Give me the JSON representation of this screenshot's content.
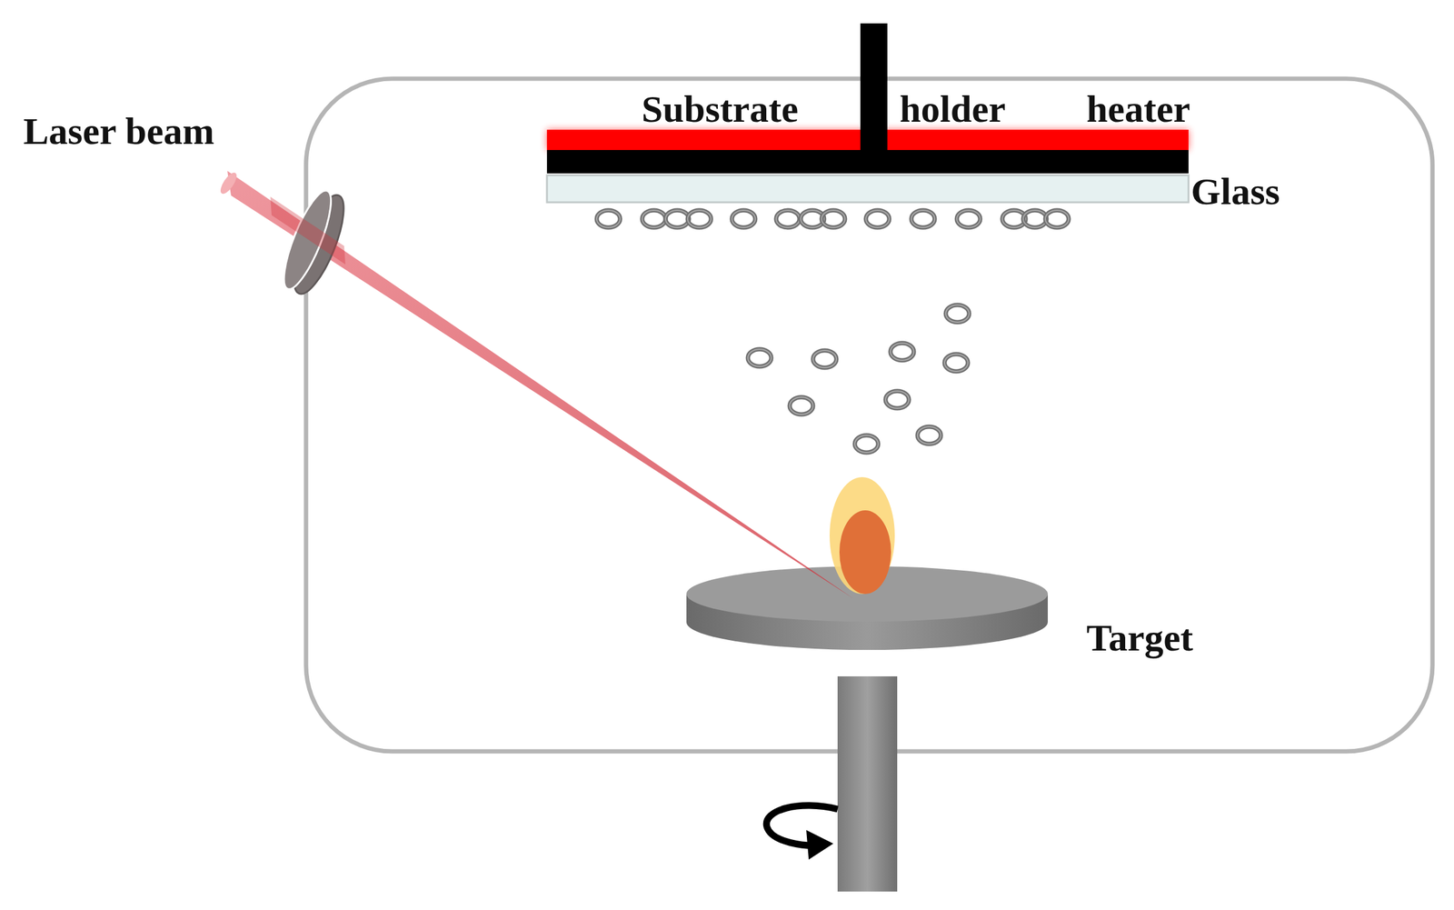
{
  "diagram": {
    "labels": [
      "Laser beam",
      "Substrate",
      "holder",
      "heater",
      "Glass",
      "Target"
    ]
  }
}
